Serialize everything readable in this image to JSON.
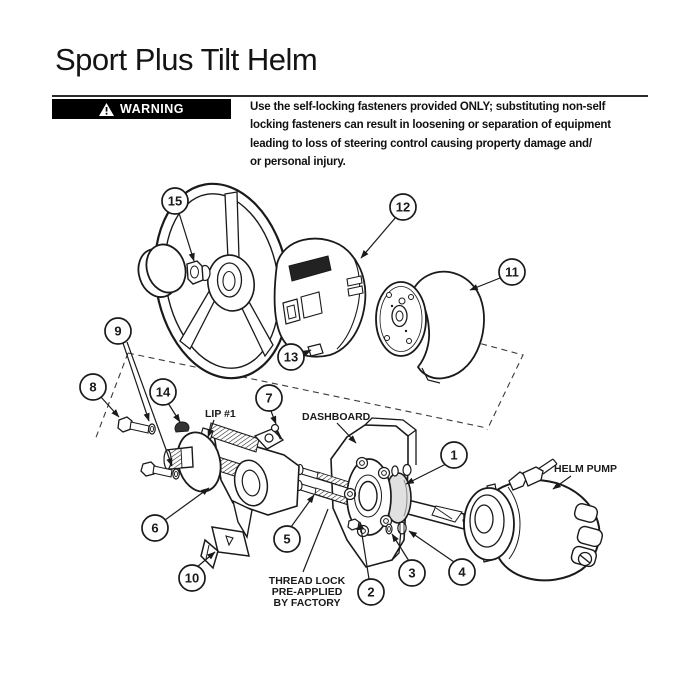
{
  "title": "Sport Plus Tilt Helm",
  "warning": {
    "label": "WARNING",
    "lines": [
      "Use the self-locking fasteners provided ONLY; substituting non-self",
      "locking fasteners can result in loosening or separation of equipment",
      "leading to loss of steering control causing property damage and/",
      "or personal injury."
    ]
  },
  "diagram": {
    "callouts": [
      "1",
      "2",
      "3",
      "4",
      "5",
      "6",
      "7",
      "8",
      "9",
      "10",
      "11",
      "12",
      "13",
      "14",
      "15"
    ],
    "labels": {
      "lip": "LIP #1",
      "dashboard": "DASHBOARD",
      "helm_pump": "HELM PUMP",
      "thread_lock": [
        "THREAD LOCK",
        "PRE-APPLIED",
        "BY FACTORY"
      ]
    }
  },
  "colors": {
    "ink": "#1a1a1a",
    "warning_bg": "#000000",
    "warning_fg": "#ffffff"
  }
}
